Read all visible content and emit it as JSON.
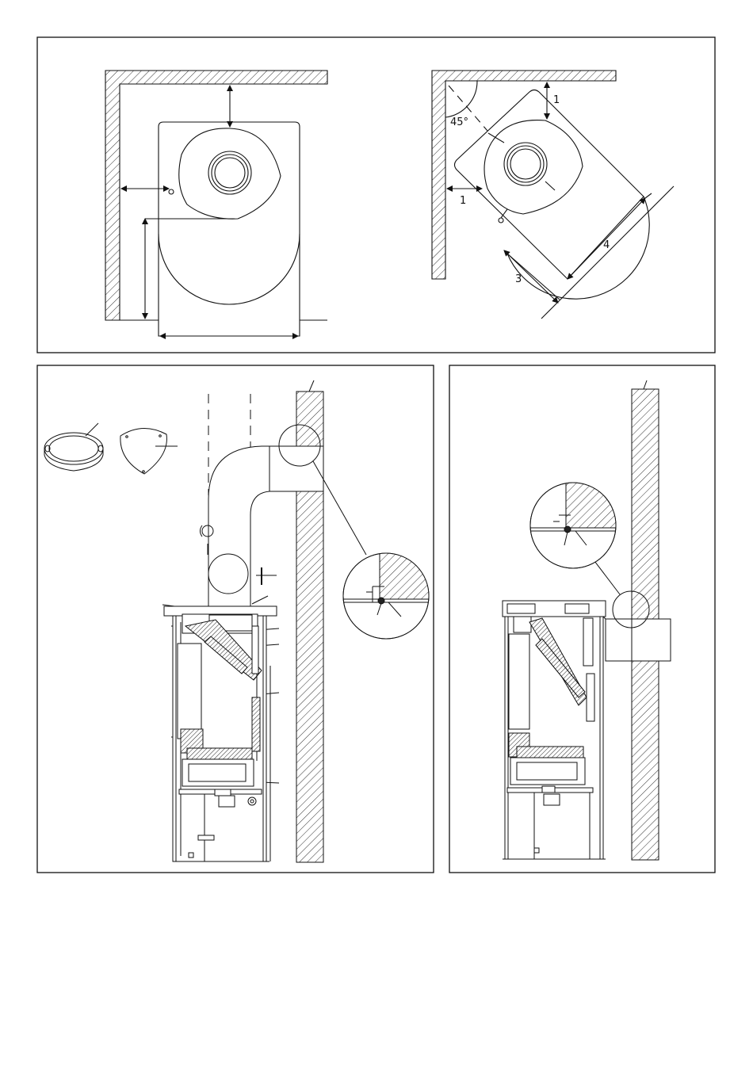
{
  "labels": {
    "angle": "45°",
    "dim_back": "1",
    "dim_side": "1",
    "dim_3": "3",
    "dim_4": "4"
  },
  "colors": {
    "line": "#111111",
    "paper": "#ffffff",
    "hatch": "#333333"
  },
  "icons": [
    "clamp-ring-icon",
    "cover-plate-icon"
  ]
}
